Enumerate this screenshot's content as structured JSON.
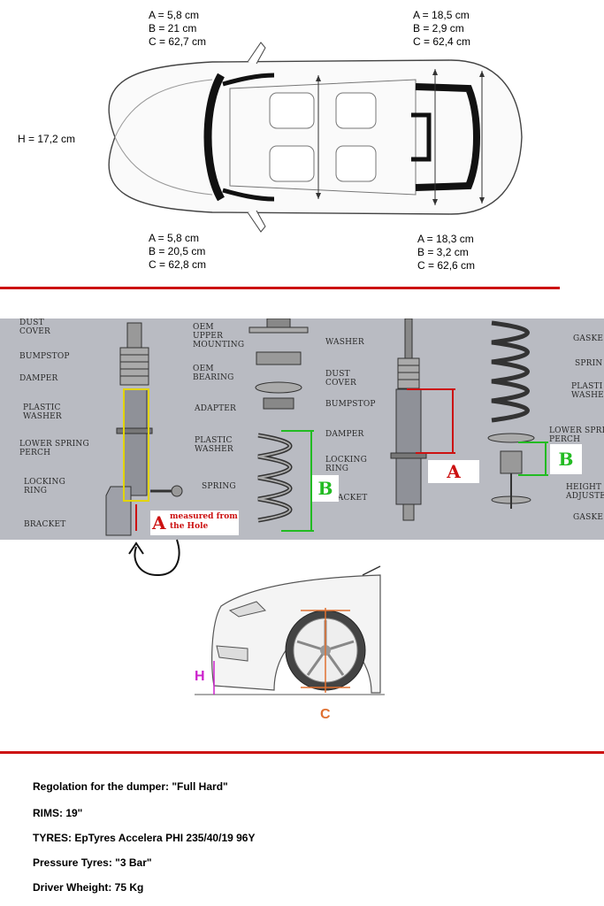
{
  "top_view": {
    "front_left": {
      "a": "A = 5,8 cm",
      "b": "B = 21 cm",
      "c": "C = 62,7 cm"
    },
    "rear_left": {
      "a": "A = 18,5 cm",
      "b": "B = 2,9 cm",
      "c": "C = 62,4 cm"
    },
    "height": "H = 17,2 cm",
    "front_right": {
      "a": "A = 5,8 cm",
      "b": "B = 20,5 cm",
      "c": "C = 62,8 cm"
    },
    "rear_right": {
      "a": "A = 18,3 cm",
      "b": "B = 3,2 cm",
      "c": "C = 62,6 cm"
    }
  },
  "manual": {
    "front_labels": {
      "dust_cover": "DUST\nCOVER",
      "bumpstop": "BUMPSTOP",
      "damper": "DAMPER",
      "plastic_washer": "PLASTIC\nWASHER",
      "lower_spring_perch": "LOWER SPRING\nPERCH",
      "locking_ring": "LOCKING\nRING",
      "bracket": "BRACKET",
      "oem_upper_mounting": "OEM\nUPPER\nMOUNTING",
      "oem_bearing": "OEM\nBEARING",
      "adapter": "ADAPTER",
      "plastic_washer_2": "PLASTIC\nWASHER",
      "spring": "SPRING"
    },
    "rear_labels": {
      "washer": "WASHER",
      "dust_cover": "DUST\nCOVER",
      "bumpstop": "BUMPSTOP",
      "damper": "DAMPER",
      "locking_ring": "LOCKING\nRING",
      "bracket": "BRACKET",
      "gasket": "GASKE",
      "spring": "SPRIN",
      "plastic_washer": "PLASTI\nWASHE",
      "lower_spring_perch": "LOWER SPRI\nPERCH",
      "height_adjuster": "HEIGHT\nADJUSTE",
      "gasket_2": "GASKE"
    },
    "marker_a": "A",
    "marker_b": "B",
    "measured_note": "measured from\nthe Hole"
  },
  "side_view": {
    "h_label": "H",
    "c_label": "C"
  },
  "info": {
    "line1": "Regolation for the dumper: \"Full Hard\"",
    "line2": "RIMS: 19\"",
    "line3": "TYRES: EpTyres Accelera PHI 235/40/19 96Y",
    "line4": "Pressure Tyres: \"3 Bar\"",
    "line5": "Driver Wheight: 75 Kg"
  },
  "colors": {
    "red": "#cc1111",
    "green": "#22bb22",
    "magenta": "#cc22cc",
    "orange": "#e07030"
  }
}
